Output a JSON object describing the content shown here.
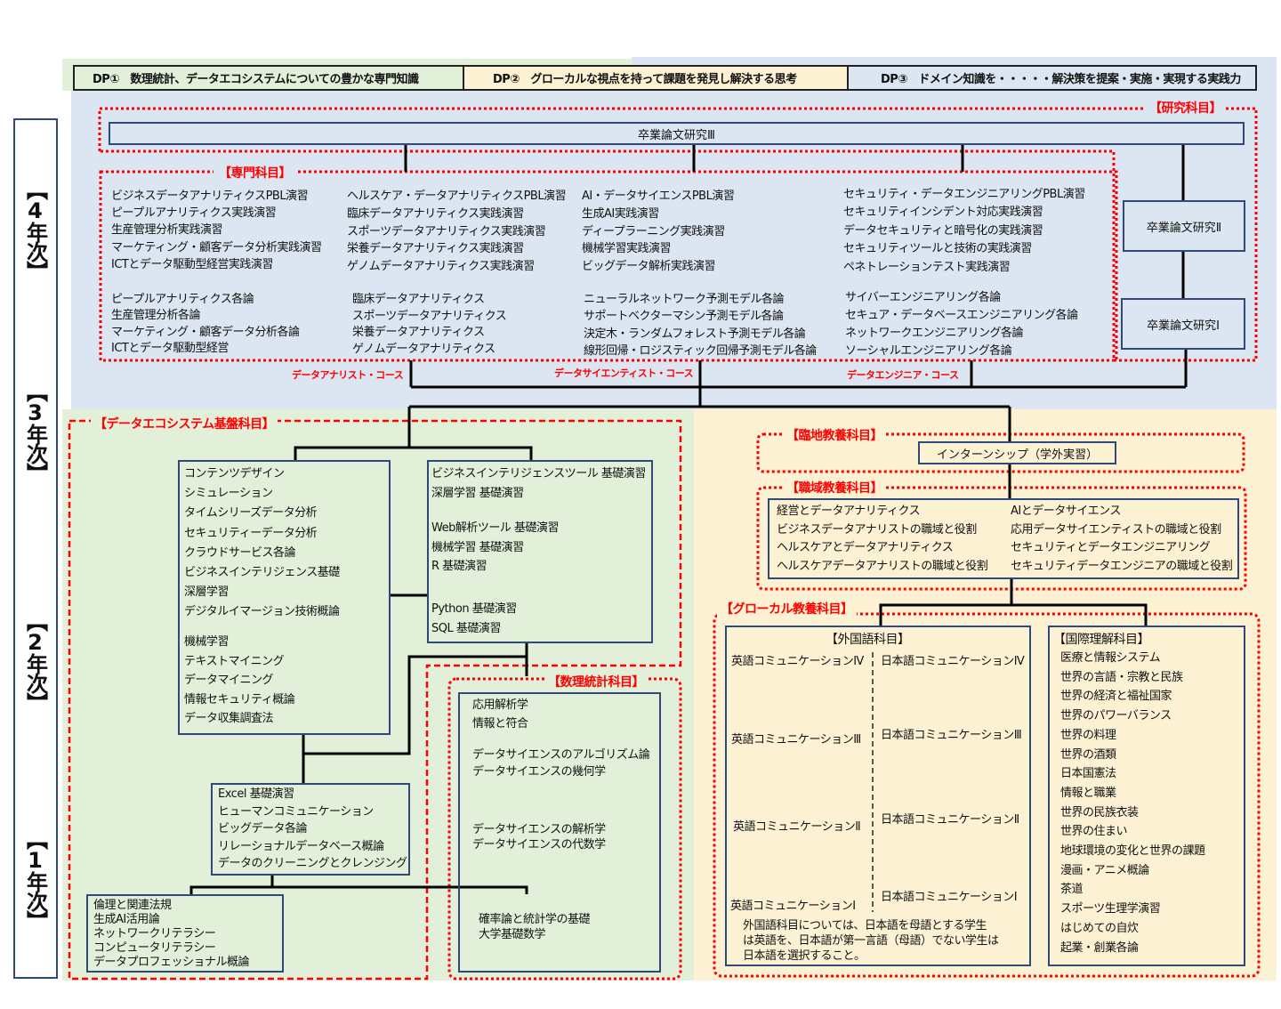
{
  "dp": [
    "DP①　数理統計、データエコシステムについての豊かな専門知識",
    "DP②　グローカルな視点を持って課題を発見し解決する思考",
    "DP③　ドメイン知識を・・・・・解決策を提案・実施・実現する実践力"
  ],
  "years": [
    "【4年次】",
    "【3年次】",
    "【2年次】",
    "【1年次】"
  ],
  "research": {
    "label": "【研究科目】",
    "thesis3": "卒業論文研究Ⅲ",
    "thesis2": "卒業論文研究Ⅱ",
    "thesis1": "卒業論文研究Ⅰ"
  },
  "senmon": {
    "label": "【専門科目】",
    "columns": [
      {
        "practice": [
          "ビジネスデータアナリティクスPBL演習",
          "ピープルアナリティクス実践演習",
          "生産管理分析実践演習",
          "マーケティング・顧客データ分析実践演習",
          "ICTとデータ駆動型経営実践演習"
        ],
        "lectures": [
          "ピープルアナリティクス各論",
          "生産管理分析各論",
          "マーケティング・顧客データ分析各論",
          "ICTとデータ駆動型経営"
        ]
      },
      {
        "practice": [
          "ヘルスケア・データアナリティクスPBL演習",
          "臨床データアナリティクス実践演習",
          "スポーツデータアナリティクス実践演習",
          "栄養データアナリティクス実践演習",
          "ゲノムデータアナリティクス実践演習"
        ],
        "lectures": [
          "臨床データアナリティクス",
          "スポーツデータアナリティクス",
          "栄養データアナリティクス",
          "ゲノムデータアナリティクス"
        ]
      },
      {
        "practice": [
          "AI・データサイエンスPBL演習",
          "生成AI実践演習",
          "ディープラーニング実践演習",
          "機械学習実践演習",
          "ビッグデータ解析実践演習"
        ],
        "lectures": [
          "ニューラルネットワーク予測モデル各論",
          "サポートベクターマシン予測モデル各論",
          "決定木・ランダムフォレスト予測モデル各論",
          "線形回帰・ロジスティック回帰予測モデル各論"
        ]
      },
      {
        "practice": [
          "セキュリティ・データエンジニアリングPBL演習",
          "セキュリティインシデント対応実践演習",
          "データセキュリティと暗号化の実践演習",
          "セキュリティツールと技術の実践演習",
          "ペネトレーションテスト実践演習"
        ],
        "lectures": [
          "サイバーエンジニアリング各論",
          "セキュア・データベースエンジニアリング各論",
          "ネットワークエンジニアリング各論",
          "ソーシャルエンジニアリング各論"
        ]
      }
    ]
  },
  "courses": [
    "データアナリスト・コース",
    "データサイエンティスト・コース",
    "データエンジニア・コース"
  ],
  "eco": {
    "label": "【データエコシステム基盤科目】",
    "boxA1": [
      "コンテンツデザイン",
      "シミュレーション",
      "タイムシリーズデータ分析",
      "セキュリティーデータ分析",
      "クラウドサービス各論",
      "ビジネスインテリジェンス基礎",
      "深層学習",
      "デジタルイマージョン技術概論"
    ],
    "boxA2": [
      "機械学習",
      "テキストマイニング",
      "データマイニング",
      "情報セキュリティ概論",
      "データ収集調査法"
    ],
    "boxB1": [
      "ビジネスインテリジェンスツール 基礎演習",
      "深層学習 基礎演習"
    ],
    "boxB2": [
      "Web解析ツール 基礎演習",
      "機械学習 基礎演習",
      "R 基礎演習"
    ],
    "boxB3": [
      "Python 基礎演習",
      "SQL 基礎演習"
    ],
    "boxC": [
      "Excel 基礎演習",
      "ヒューマンコミュニケーション",
      "ビッグデータ各論",
      "リレーショナルデータベース概論",
      "データのクリーニングとクレンジング"
    ],
    "boxD": [
      "倫理と関連法規",
      "生成AI活用論",
      "ネットワークリテラシー",
      "コンピュータリテラシー",
      "データプロフェッショナル概論"
    ]
  },
  "math": {
    "label": "【数理統計科目】",
    "g1": [
      "応用解析学",
      "情報と符合"
    ],
    "g2": [
      "データサイエンスのアルゴリズム論",
      "データサイエンスの幾何学"
    ],
    "g3": [
      "データサイエンスの解析学",
      "データサイエンスの代数学"
    ],
    "g4": [
      "確率論と統計学の基礎",
      "大学基礎数学"
    ]
  },
  "rinchi": {
    "label": "【臨地教養科目】",
    "internship": "インターンシップ（学外実習）"
  },
  "shokuiki": {
    "label": "【職域教養科目】",
    "left": [
      "経営とデータアナリティクス",
      "ビジネスデータアナリストの職域と役割",
      "ヘルスケアとデータアナリティクス",
      "ヘルスケアデータアナリストの職域と役割"
    ],
    "right": [
      "AIとデータサイエンス",
      "応用データサイエンティストの職域と役割",
      "セキュリティとデータエンジニアリング",
      "セキュリティデータエンジニアの職域と役割"
    ]
  },
  "glocal": {
    "label": "【グローカル教養科目】",
    "foreign": {
      "header": "【外国語科目】",
      "english": [
        "英語コミュニケーションⅣ",
        "英語コミュニケーションⅢ",
        "英語コミュニケーションⅡ",
        "英語コミュニケーションⅠ"
      ],
      "japanese": [
        "日本語コミュニケーションⅣ",
        "日本語コミュニケーションⅢ",
        "日本語コミュニケーションⅡ",
        "日本語コミュニケーションⅠ"
      ],
      "note": [
        "外国語科目については、日本語を母語とする学生",
        "は英語を、日本語が第一言語（母語）でない学生は",
        "日本語を選択すること。"
      ]
    },
    "intl": {
      "header": "【国際理解科目】",
      "items": [
        "医療と情報システム",
        "世界の言語・宗教と民族",
        "世界の経済と福祉国家",
        "世界のパワーバランス",
        "世界の料理",
        "世界の酒類",
        "日本国憲法",
        "情報と職業",
        "世界の民族衣装",
        "世界の住まい",
        "地球環境の変化と世界の課題",
        "漫画・アニメ概論",
        "茶道",
        "スポーツ生理学演習",
        "はじめての自炊",
        "起業・創業各論"
      ]
    }
  },
  "colors": {
    "accent_red": "#ff0000",
    "green_bg": "#e2efd9",
    "blue_bg": "#dce6f2",
    "yellow_bg": "#fdf1d3",
    "box_border": "#2f4a7a"
  }
}
